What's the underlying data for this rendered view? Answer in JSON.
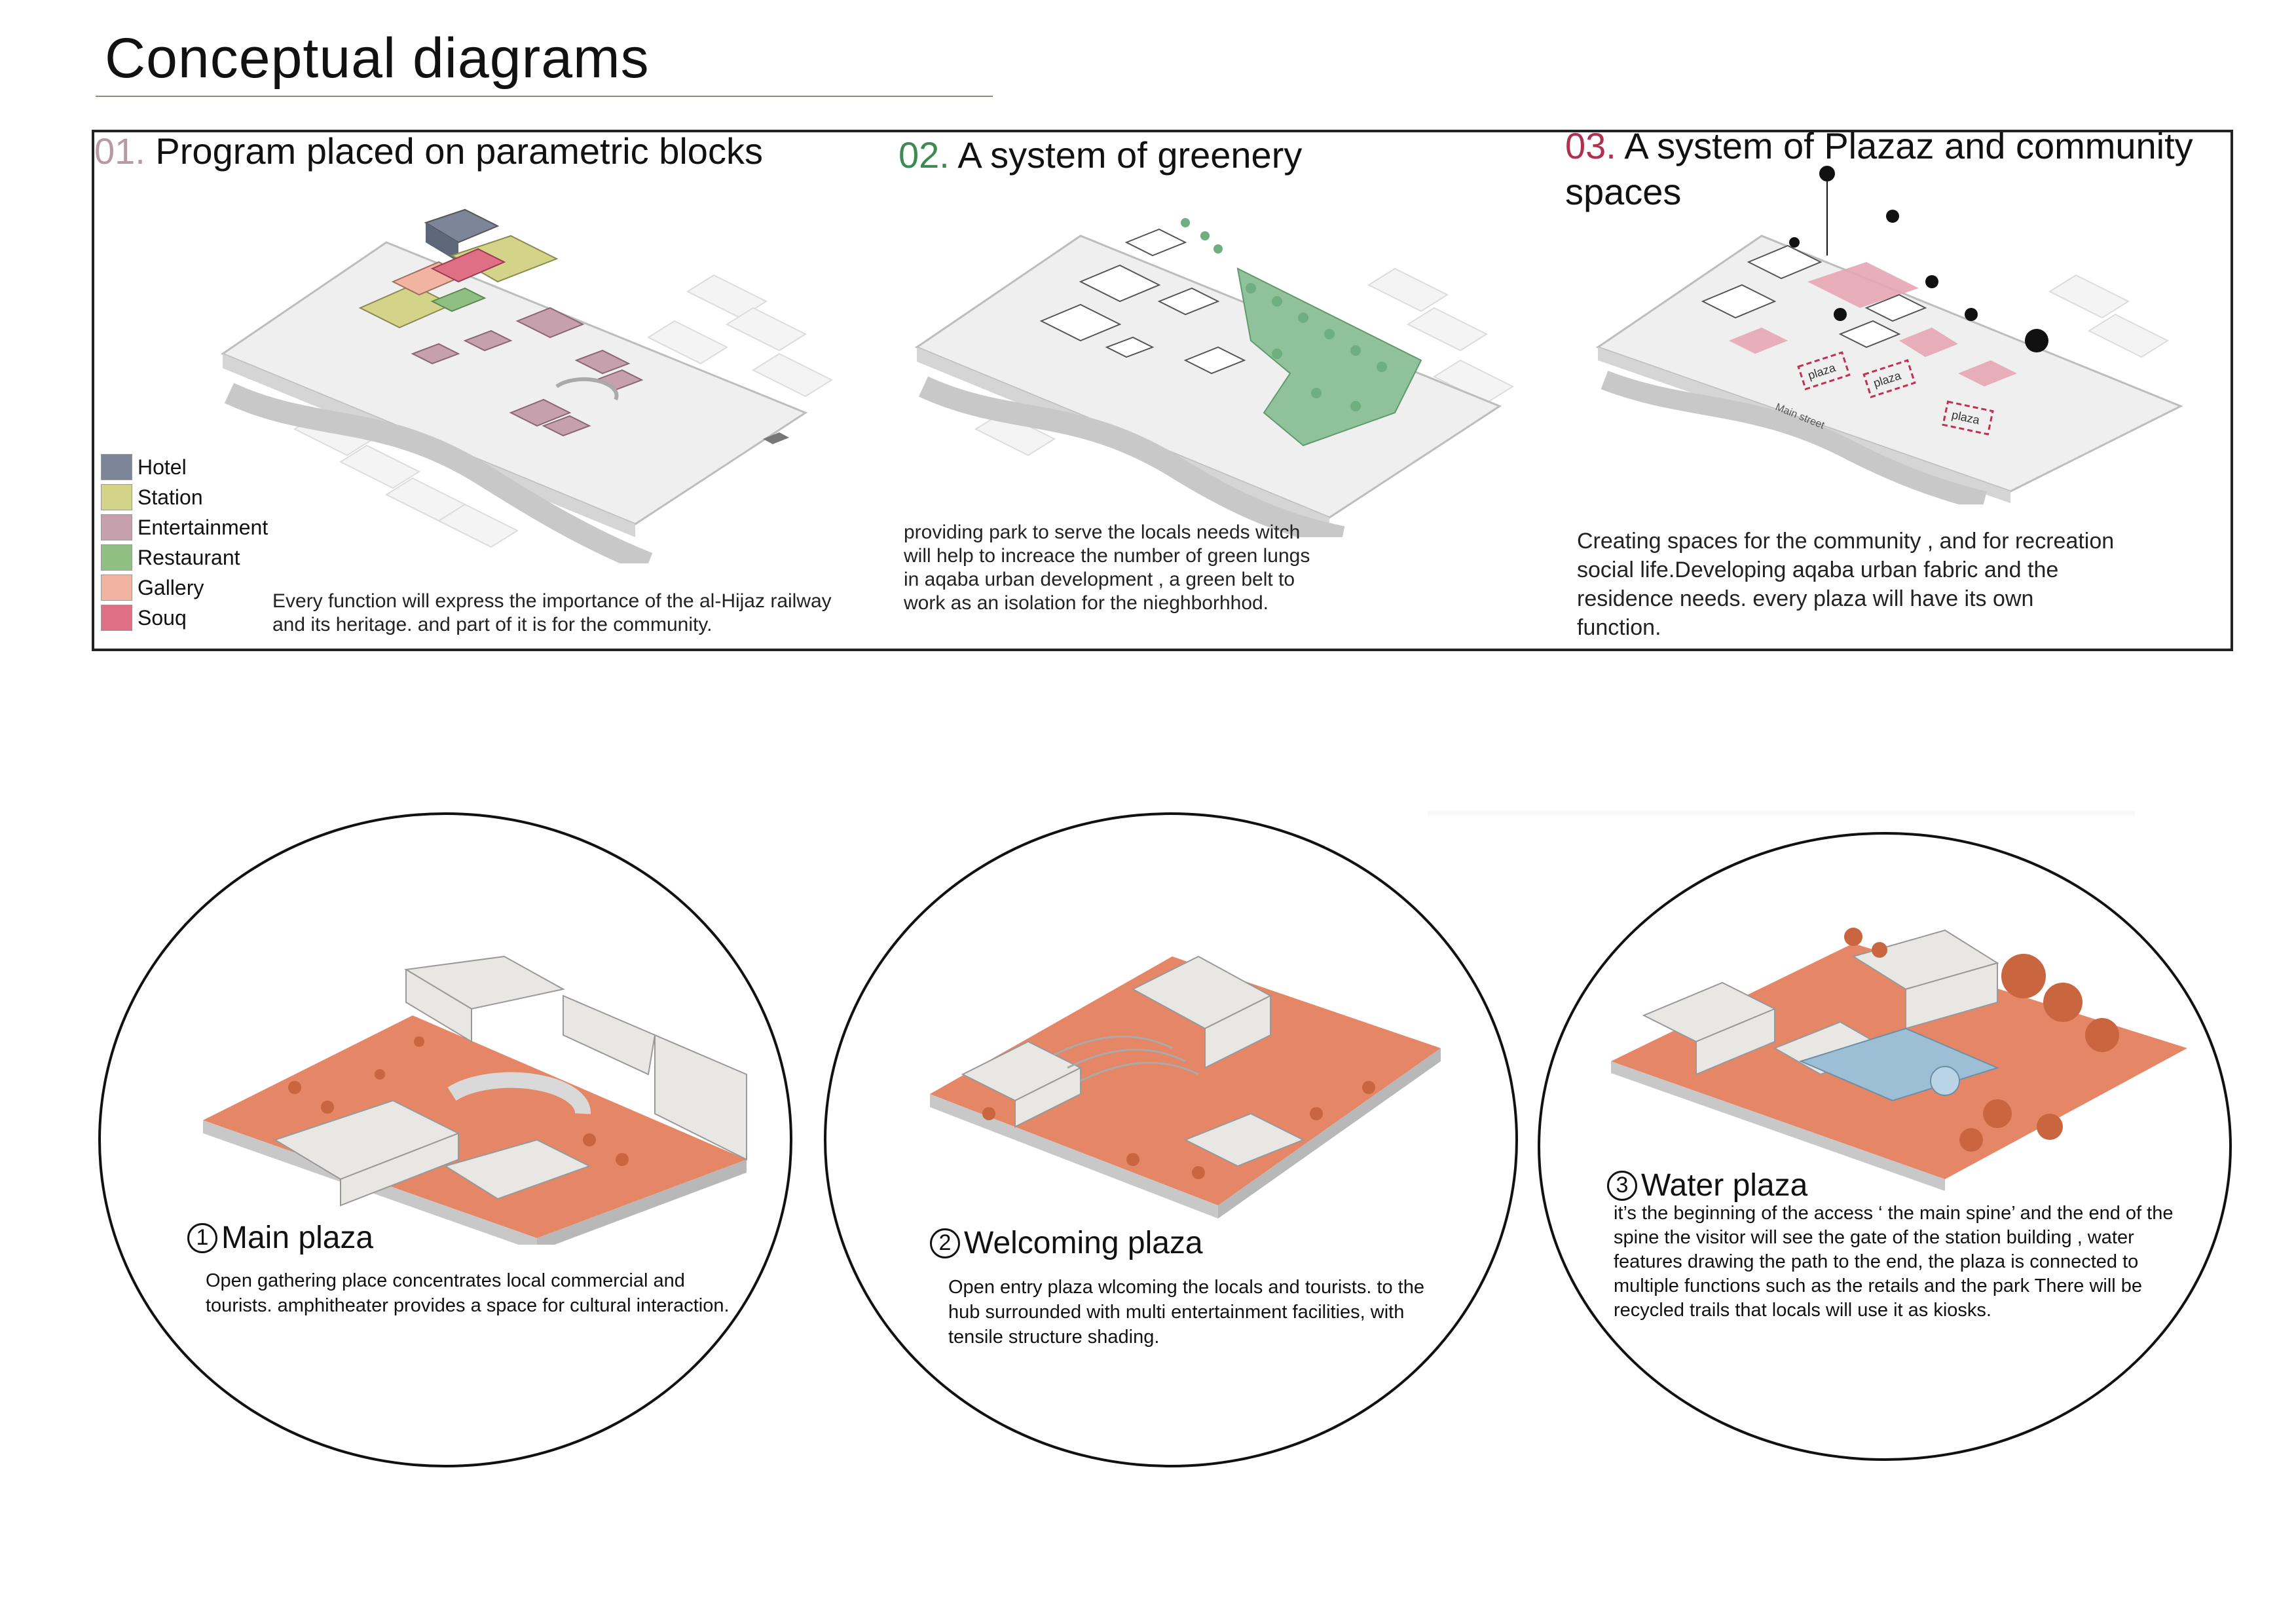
{
  "title": "Conceptual diagrams",
  "panel": {
    "sections": [
      {
        "num": "01.",
        "heading": "Program placed on parametric blocks",
        "description": "Every function will express the importance of the al-Hijaz railway and its heritage. and part of it is for the community."
      },
      {
        "num": "02.",
        "heading": "A system of greenery",
        "description": "providing park to serve the locals needs witch will help to increace the number of green lungs in aqaba urban development , a green belt to work as an isolation for the nieghborhhod."
      },
      {
        "num": "03.",
        "heading": "A system of Plazaz and community spaces",
        "description": "Creating spaces for the community , and for recreation social life.Developing aqaba  urban fabric and the residence needs. every plaza will have its own function."
      }
    ],
    "legend": [
      {
        "label": "Hotel",
        "color": "#7d8699"
      },
      {
        "label": "Station",
        "color": "#d3d38a"
      },
      {
        "label": "Entertainment",
        "color": "#c7a0ad"
      },
      {
        "label": "Restaurant",
        "color": "#8fbf83"
      },
      {
        "label": "Gallery",
        "color": "#f0b4a0"
      },
      {
        "label": "Souq",
        "color": "#de6f84"
      }
    ],
    "map_labels": {
      "main_street": "Main street",
      "plaza": "plaza"
    }
  },
  "plazas": [
    {
      "num": "1",
      "title": "Main plaza",
      "description": "Open gathering place concentrates local commercial and tourists. amphitheater  provides a space for cultural interaction."
    },
    {
      "num": "2",
      "title": "Welcoming plaza",
      "description": "Open entry plaza wlcoming the locals and tourists. to the hub surrounded with multi entertainment facilities, with tensile structure shading."
    },
    {
      "num": "3",
      "title": "Water plaza",
      "description": "it’s the beginning of the access ‘ the main spine’ and the end of the  spine the visitor will see the gate of the station building , water features drawing the path to the end, the plaza is connected to multiple functions such as the retails and the park There will be recycled trails that locals will use it as kiosks."
    }
  ],
  "colors": {
    "accent_orange": "#e58667",
    "green": "#8fc29a",
    "pink": "#e7a6b4"
  }
}
